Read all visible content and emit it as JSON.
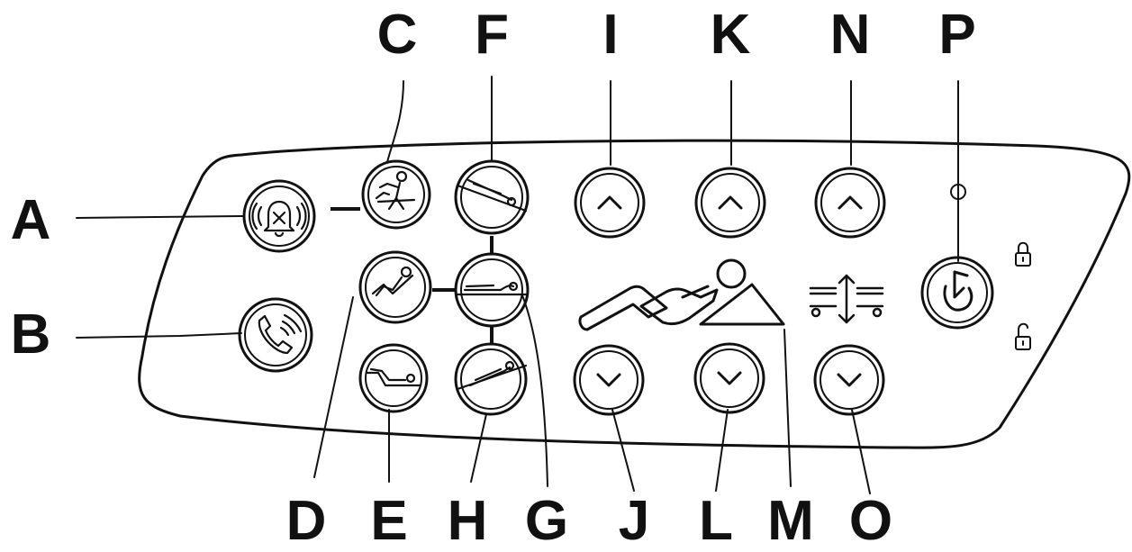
{
  "panel": {
    "callouts": [
      {
        "id": "A",
        "label": "A"
      },
      {
        "id": "B",
        "label": "B"
      },
      {
        "id": "C",
        "label": "C"
      },
      {
        "id": "D",
        "label": "D"
      },
      {
        "id": "E",
        "label": "E"
      },
      {
        "id": "F",
        "label": "F"
      },
      {
        "id": "G",
        "label": "G"
      },
      {
        "id": "H",
        "label": "H"
      },
      {
        "id": "I",
        "label": "I"
      },
      {
        "id": "J",
        "label": "J"
      },
      {
        "id": "K",
        "label": "K"
      },
      {
        "id": "L",
        "label": "L"
      },
      {
        "id": "M",
        "label": "M"
      },
      {
        "id": "N",
        "label": "N"
      },
      {
        "id": "O",
        "label": "O"
      },
      {
        "id": "P",
        "label": "P"
      }
    ],
    "buttons": {
      "alarm_silence": "alarm-silence-icon",
      "nurse_call": "nurse-call-icon",
      "chair_egress": "chair-egress-icon",
      "trendelenburg": "trendelenburg-icon",
      "flat": "flat-position-icon",
      "reverse_trendelenburg": "reverse-trendelenburg-icon",
      "cardiac_chair": "cardiac-chair-icon",
      "vascular": "vascular-position-icon",
      "knee_up": "up-arrow-icon",
      "knee_down": "down-arrow-icon",
      "head_up": "up-arrow-icon",
      "head_down": "down-arrow-icon",
      "height_up": "up-arrow-icon",
      "height_down": "down-arrow-icon",
      "lockout": "lockout-key-icon"
    },
    "colors": {
      "stroke": "#111111",
      "fill": "#ffffff"
    }
  }
}
